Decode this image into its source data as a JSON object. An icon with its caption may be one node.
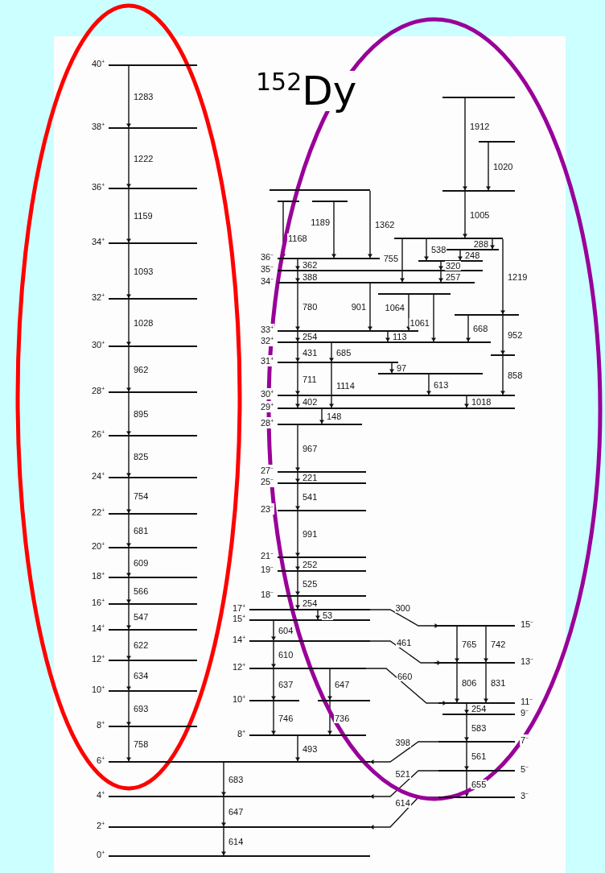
{
  "diagram": {
    "title": "$^{152}$Dy",
    "nodes": [
      {
        "text": [
          "40$^{+}$"
        ]
      },
      {
        "text": [
          "38$^{+}$"
        ]
      },
      {
        "text": [
          "36$^{+}$"
        ]
      },
      {
        "text": [
          "34$^{+}$"
        ]
      },
      {
        "text": [
          "32$^{+}$"
        ]
      },
      {
        "text": [
          "30$^{+}$"
        ]
      },
      {
        "text": [
          "28$^{+}$"
        ]
      },
      {
        "text": [
          "26$^{+}$"
        ]
      },
      {
        "text": [
          "24$^{+}$"
        ]
      },
      {
        "text": [
          "22$^{+}$"
        ]
      },
      {
        "text": [
          "20$^{+}$"
        ]
      },
      {
        "text": [
          "18$^{+}$"
        ]
      },
      {
        "text": [
          "16$^{+}$"
        ]
      },
      {
        "text": [
          "14$^{+}$"
        ]
      },
      {
        "text": [
          "12$^{+}$"
        ]
      },
      {
        "text": [
          "10$^{+}$"
        ]
      },
      {
        "text": [
          "8$^{+}$"
        ]
      },
      {
        "text": [
          "6$^{+}$"
        ]
      },
      {
        "text": [
          "4$^{+}$"
        ]
      },
      {
        "text": [
          "2$^{+}$"
        ]
      },
      {
        "text": [
          "0$^{+}$"
        ]
      },
      {
        "text": [],
        "shape": "bar"
      },
      {
        "text": [],
        "shape": "bar"
      },
      {
        "text": [],
        "shape": "bar"
      },
      {
        "text": [
          "36$^{−}$"
        ]
      },
      {
        "text": [
          "35$^{−}$"
        ]
      },
      {
        "text": [
          "34$^{−}$"
        ]
      },
      {
        "text": [
          "33$^{+}$"
        ]
      },
      {
        "text": [
          "32$^{+}$"
        ]
      },
      {
        "text": [
          "31$^{+}$"
        ]
      },
      {
        "text": [
          "30$^{+}$"
        ]
      },
      {
        "text": [
          "29$^{+}$"
        ]
      },
      {
        "text": [
          "28$^{+}$"
        ]
      },
      {
        "text": [
          "27$^{−}$"
        ]
      },
      {
        "text": [
          "25$^{−}$"
        ]
      },
      {
        "text": [
          "23$^{−}$"
        ]
      },
      {
        "text": [
          "21$^{−}$"
        ]
      },
      {
        "text": [
          "19$^{−}$"
        ]
      },
      {
        "text": [
          "18$^{−}$"
        ]
      },
      {
        "text": [
          "17$^{+}$"
        ]
      },
      {
        "text": [
          "15$^{+}$"
        ]
      },
      {
        "text": [
          "14$^{+}$"
        ]
      },
      {
        "text": [
          "12$^{+}$"
        ]
      },
      {
        "text": [
          "10$^{+}$"
        ]
      },
      {
        "text": [],
        "shape": "bar"
      },
      {
        "text": [
          "8$^{+}$"
        ]
      },
      {
        "text": [
          "15$^{−}$"
        ]
      },
      {
        "text": [
          "13$^{−}$"
        ]
      },
      {
        "text": [
          "11$^{−}$"
        ]
      },
      {
        "text": [
          "9$^{−}$"
        ]
      },
      {
        "text": [
          "7$^{−}$"
        ]
      },
      {
        "text": [
          "5$^{−}$"
        ]
      },
      {
        "text": [
          "3$^{−}$"
        ]
      },
      {
        "text": [],
        "shape": "bar"
      },
      {
        "text": [],
        "shape": "bar"
      },
      {
        "text": [],
        "shape": "bar"
      },
      {
        "text": [],
        "shape": "bar"
      },
      {
        "text": [],
        "shape": "bar"
      },
      {
        "text": [],
        "shape": "bar"
      },
      {
        "text": [],
        "shape": "bar"
      },
      {
        "text": [],
        "shape": "bar"
      },
      {
        "text": [],
        "shape": "bar"
      },
      {
        "text": [],
        "shape": "bar"
      }
    ],
    "edges": [
      {
        "from": 0,
        "to": 1,
        "arrow": "to",
        "label": "1283"
      },
      {
        "from": 1,
        "to": 2,
        "arrow": "to",
        "label": "1222"
      },
      {
        "from": 2,
        "to": 3,
        "arrow": "to",
        "label": "1159"
      },
      {
        "from": 3,
        "to": 4,
        "arrow": "to",
        "label": "1093"
      },
      {
        "from": 4,
        "to": 5,
        "arrow": "to",
        "label": "1028"
      },
      {
        "from": 5,
        "to": 6,
        "arrow": "to",
        "label": "962"
      },
      {
        "from": 6,
        "to": 7,
        "arrow": "to",
        "label": "895"
      },
      {
        "from": 7,
        "to": 8,
        "arrow": "to",
        "label": "825"
      },
      {
        "from": 8,
        "to": 9,
        "arrow": "to",
        "label": "754"
      },
      {
        "from": 9,
        "to": 10,
        "arrow": "to",
        "label": "681"
      },
      {
        "from": 10,
        "to": 11,
        "arrow": "to",
        "label": "609"
      },
      {
        "from": 11,
        "to": 12,
        "arrow": "to",
        "label": "566"
      },
      {
        "from": 12,
        "to": 13,
        "arrow": "to",
        "label": "547"
      },
      {
        "from": 13,
        "to": 14,
        "arrow": "to",
        "label": "622"
      },
      {
        "from": 14,
        "to": 15,
        "arrow": "to",
        "label": "634"
      },
      {
        "from": 15,
        "to": 16,
        "arrow": "to",
        "label": "693"
      },
      {
        "from": 16,
        "to": 17,
        "arrow": "to",
        "label": "758"
      },
      {
        "from": 17,
        "to": 18,
        "arrow": "to",
        "label": "683"
      },
      {
        "from": 18,
        "to": 19,
        "arrow": "to",
        "label": "647"
      },
      {
        "from": 19,
        "to": 20,
        "arrow": "to",
        "label": "614"
      },
      {
        "from": 24,
        "to": 25,
        "arrow": "to",
        "label": "362"
      },
      {
        "from": 25,
        "to": 26,
        "arrow": "to",
        "label": "388"
      },
      {
        "from": 26,
        "to": 27,
        "arrow": "to",
        "label": "780"
      },
      {
        "from": 27,
        "to": 28,
        "arrow": "to",
        "label": "254"
      },
      {
        "from": 28,
        "to": 29,
        "arrow": "to",
        "label": "431"
      },
      {
        "from": 29,
        "to": 30,
        "arrow": "to",
        "label": "711"
      },
      {
        "from": 30,
        "to": 31,
        "arrow": "to",
        "label": "402"
      },
      {
        "from": 31,
        "to": 32,
        "arrow": "to",
        "label": "148"
      },
      {
        "from": 32,
        "to": 33,
        "arrow": "to",
        "label": "967"
      },
      {
        "from": 33,
        "to": 34,
        "arrow": "to",
        "label": "221"
      },
      {
        "from": 34,
        "to": 35,
        "arrow": "to",
        "label": "541"
      },
      {
        "from": 35,
        "to": 36,
        "arrow": "to",
        "label": "991"
      },
      {
        "from": 36,
        "to": 37,
        "arrow": "to",
        "label": "252"
      },
      {
        "from": 37,
        "to": 38,
        "arrow": "to",
        "label": "525"
      },
      {
        "from": 38,
        "to": 39,
        "arrow": "to",
        "label": "254"
      },
      {
        "from": 39,
        "to": 40,
        "arrow": "to",
        "label": "53"
      },
      {
        "from": 40,
        "to": 41,
        "arrow": "to",
        "label": "604"
      },
      {
        "from": 41,
        "to": 42,
        "arrow": "to",
        "label": "610"
      },
      {
        "from": 42,
        "to": 43,
        "arrow": "to",
        "label": "637"
      },
      {
        "from": 43,
        "to": 45,
        "arrow": "to",
        "label": "746"
      },
      {
        "from": 42,
        "to": 44,
        "arrow": "to",
        "label": "647"
      },
      {
        "from": 44,
        "to": 45,
        "arrow": "to",
        "label": "736"
      },
      {
        "from": 45,
        "to": 17,
        "arrow": "to",
        "label": "493"
      },
      {
        "from": 22,
        "to": 24,
        "arrow": "to",
        "label": "1168"
      },
      {
        "from": 23,
        "to": 24,
        "arrow": "to",
        "label": "1189"
      },
      {
        "from": 21,
        "to": 24,
        "arrow": "to",
        "label": "1362"
      },
      {
        "from": 56,
        "to": 26,
        "arrow": "to",
        "label": "755"
      },
      {
        "from": 26,
        "to": 27,
        "arrow": "to",
        "label": "901"
      },
      {
        "from": 59,
        "to": 27,
        "arrow": "to",
        "label": "1064"
      },
      {
        "from": 27,
        "to": 28,
        "arrow": "to",
        "label": "113"
      },
      {
        "from": 28,
        "to": 29,
        "arrow": "to",
        "label": "685"
      },
      {
        "from": 29,
        "to": 31,
        "arrow": "to",
        "label": "1114"
      },
      {
        "from": 29,
        "to": 62,
        "arrow": "to",
        "label": "97"
      },
      {
        "from": 62,
        "to": 30,
        "arrow": "to",
        "label": "613"
      },
      {
        "from": 30,
        "to": 31,
        "arrow": "to",
        "label": "1018"
      },
      {
        "from": 59,
        "to": 28,
        "arrow": "to",
        "label": "1061"
      },
      {
        "from": 60,
        "to": 28,
        "arrow": "to",
        "label": "668"
      },
      {
        "from": 56,
        "to": 60,
        "arrow": "to",
        "label": "1219"
      },
      {
        "from": 60,
        "to": 61,
        "arrow": "to",
        "label": "952"
      },
      {
        "from": 61,
        "to": 30,
        "arrow": "to",
        "label": "858"
      },
      {
        "from": 53,
        "to": 55,
        "arrow": "to",
        "label": "1912"
      },
      {
        "from": 54,
        "to": 55,
        "arrow": "to",
        "label": "1020"
      },
      {
        "from": 55,
        "to": 56,
        "arrow": "to",
        "label": "1005"
      },
      {
        "from": 56,
        "to": 58,
        "arrow": "to",
        "label": "538"
      },
      {
        "from": 57,
        "to": 58,
        "arrow": "to",
        "label": "248"
      },
      {
        "from": 56,
        "to": 57,
        "arrow": "to",
        "label": "288"
      },
      {
        "from": 58,
        "to": 25,
        "arrow": "to",
        "label": "320"
      },
      {
        "from": 25,
        "to": 26,
        "arrow": "to",
        "label": "257"
      },
      {
        "from": 39,
        "to": 46,
        "arrow": "to",
        "label": "300"
      },
      {
        "from": 41,
        "to": 47,
        "arrow": "to",
        "label": "461"
      },
      {
        "from": 42,
        "to": 48,
        "arrow": "to",
        "label": "660"
      },
      {
        "from": 50,
        "to": 17,
        "arrow": "to",
        "label": "398"
      },
      {
        "from": 51,
        "to": 18,
        "arrow": "to",
        "label": "521"
      },
      {
        "from": 52,
        "to": 19,
        "arrow": "to",
        "label": "614"
      },
      {
        "from": 46,
        "to": 47,
        "arrow": "to",
        "label": "765"
      },
      {
        "from": 46,
        "to": 47,
        "arrow": "to",
        "label": "742"
      },
      {
        "from": 47,
        "to": 48,
        "arrow": "to",
        "label": "806"
      },
      {
        "from": 47,
        "to": 48,
        "arrow": "to",
        "label": "831"
      },
      {
        "from": 48,
        "to": 49,
        "arrow": "to",
        "label": "254"
      },
      {
        "from": 49,
        "to": 50,
        "arrow": "to",
        "label": "583"
      },
      {
        "from": 50,
        "to": 51,
        "arrow": "to",
        "label": "561"
      },
      {
        "from": 51,
        "to": 52,
        "arrow": "to",
        "label": "655"
      }
    ]
  }
}
